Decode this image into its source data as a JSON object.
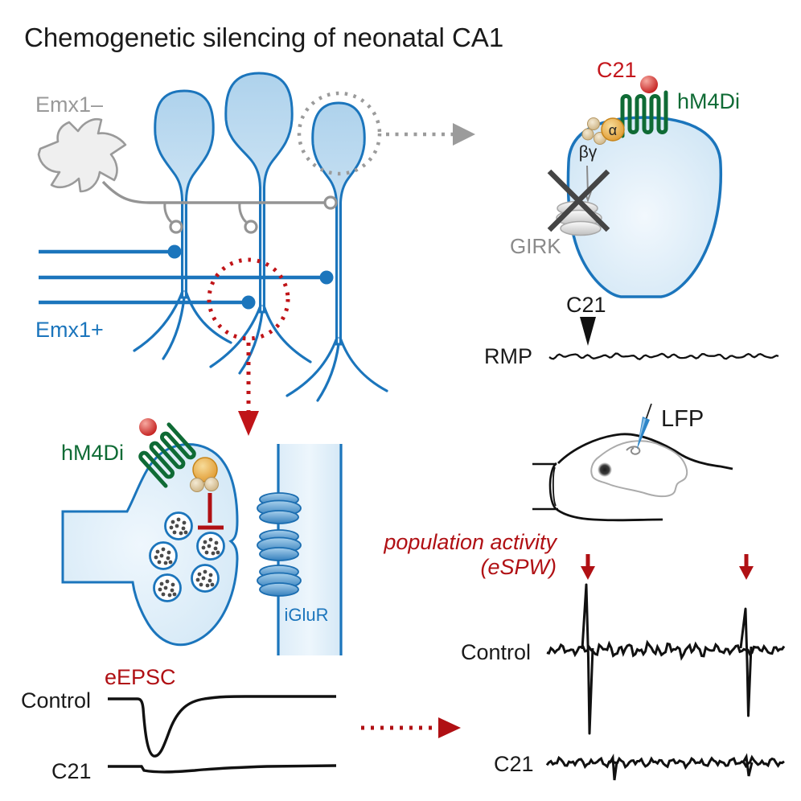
{
  "title": "Chemogenetic silencing of neonatal CA1",
  "palette": {
    "blue": "#1b75bc",
    "light_blue_fill": "#d9ebf8",
    "gray": "#949494",
    "dark_gray": "#454545",
    "red": "#b5161c",
    "green": "#0f6b35",
    "orange": "#e8a838",
    "black": "#1a1a1a"
  },
  "circuit": {
    "emx1_negative": "Emx1–",
    "emx1_positive": "Emx1+"
  },
  "soma_inset": {
    "ligand": "C21",
    "receptor": "hM4Di",
    "g_alpha": "α",
    "g_betagamma": "βγ",
    "channel": "GIRK"
  },
  "rmp_trace": {
    "drug": "C21",
    "label": "RMP"
  },
  "synapse_inset": {
    "receptor": "hM4Di",
    "postsynaptic_receptor": "iGluR"
  },
  "eepsc_traces": {
    "title": "eEPSC",
    "control": "Control",
    "drug": "C21"
  },
  "lfp_recording": {
    "label": "LFP"
  },
  "population_activity": {
    "line1": "population activity",
    "line2": "(eSPW)"
  },
  "lfp_traces": {
    "control": "Control",
    "drug": "C21"
  }
}
